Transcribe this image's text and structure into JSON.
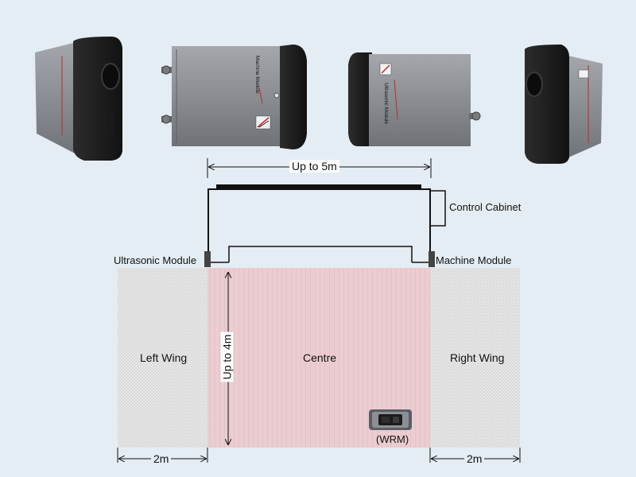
{
  "labels": {
    "span_width": "Up to 5m",
    "control_cabinet": "Control Cabinet",
    "ultrasonic_module": "Ultrasonic Module",
    "machine_module": "Machine Module",
    "left_wing": "Left Wing",
    "centre": "Centre",
    "right_wing": "Right Wing",
    "span_depth": "Up to 4m",
    "wrm": "(WRM)",
    "left_wing_width": "2m",
    "right_wing_width": "2m"
  },
  "device_text": {
    "machine_module_label": "Machine Module",
    "ultrasonic_module_label": "Ultrasonic Module"
  },
  "colors": {
    "background": "#e4edf3",
    "centre_zone": "#e9c9cd",
    "wing_zone": "#e2e2e2",
    "device_body": "#8c9096",
    "device_cap": "#222222",
    "accent_red": "#c0262c"
  }
}
